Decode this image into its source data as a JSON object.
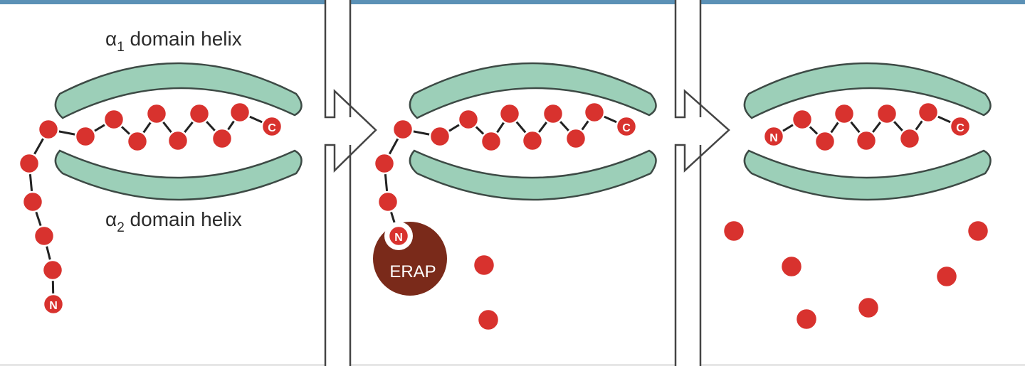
{
  "labels": {
    "alpha1_symbol": "α",
    "alpha1_sub": "1",
    "alpha1_text": " domain helix",
    "alpha2_symbol": "α",
    "alpha2_sub": "2",
    "alpha2_text": " domain helix"
  },
  "termini": {
    "n": "N",
    "c": "C"
  },
  "enzyme": {
    "label": "ERAP"
  },
  "colors": {
    "helix_fill": "#9ccfb8",
    "helix_stroke": "#3d4a45",
    "residue_fill": "#d8322e",
    "residue_stroke": "#ffffff",
    "bond": "#222222",
    "erap_fill": "#7a2a1a",
    "top_band": "#5b91b6",
    "arrow_stroke": "#444444"
  },
  "panels": [
    {
      "id": "panel-1",
      "stage": "initial"
    },
    {
      "id": "panel-2",
      "stage": "trimming"
    },
    {
      "id": "panel-3",
      "stage": "trimmed"
    }
  ]
}
